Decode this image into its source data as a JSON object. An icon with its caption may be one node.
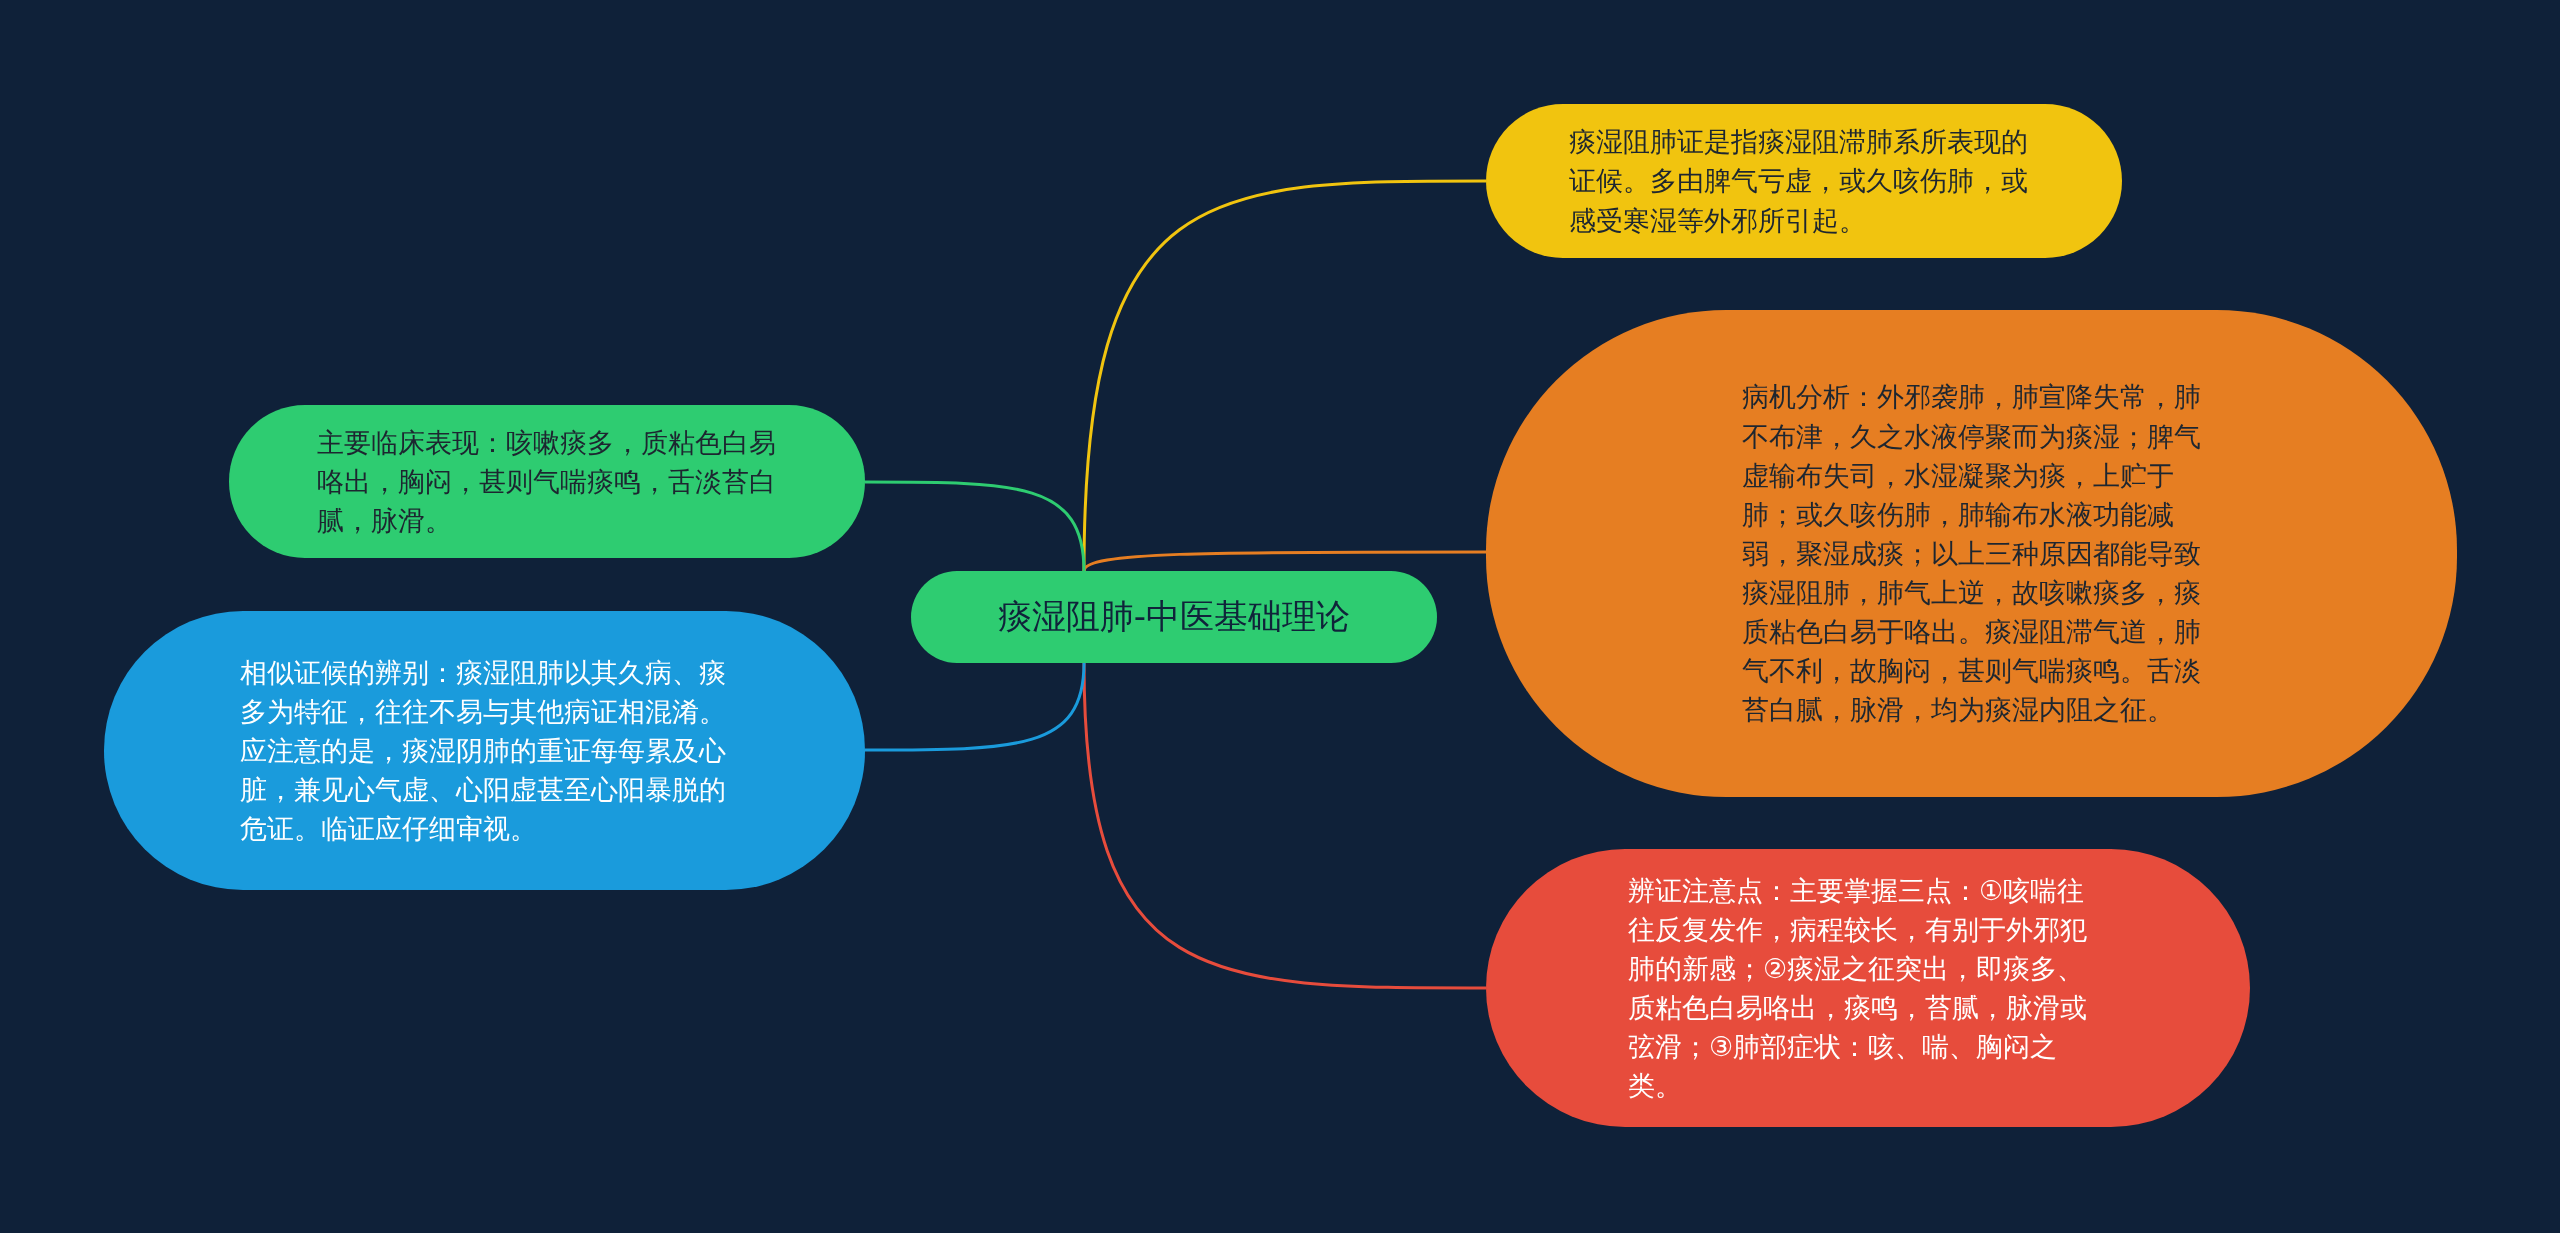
{
  "diagram": {
    "nodes": [
      {
        "text": [
          "痰湿阻肺-中医基础理论"
        ]
      },
      {
        "text": [
          "痰湿阻肺证是指痰湿阻滞肺系所表现的证候。多由脾气亏虚，或久咳伤肺，或感受寒湿等外邪所引起。"
        ]
      },
      {
        "text": [
          "病机分析：外邪袭肺，肺宣降失常，肺不布津，久之水液停聚而为痰湿；脾气虚输布失司，水湿凝聚为痰，上贮于肺；或久咳伤肺，肺输布水液功能减弱，聚湿成痰；以上三种原因都能导致痰湿阻肺，肺气上逆，故咳嗽痰多，痰质粘色白易于咯出。痰湿阻滞气道，肺气不利，故胸闷，甚则气喘痰鸣。舌淡苔白腻，脉滑，均为痰湿内阻之征。"
        ]
      },
      {
        "text": [
          "辨证注意点：主要掌握三点：①咳喘往往反复发作，病程较长，有别于外邪犯肺的新感；②痰湿之征突出，即痰多、质粘色白易咯出，痰鸣，苔腻，脉滑或弦滑；③肺部症状：咳、喘、胸闷之类。"
        ]
      },
      {
        "text": [
          "主要临床表现：咳嗽痰多，质粘色白易咯出，胸闷，甚则气喘痰鸣，舌淡苔白腻，脉滑。"
        ]
      },
      {
        "text": [
          "相似证候的辨别：痰湿阻肺以其久病、痰多为特征，往往不易与其他病证相混淆。应注意的是，痰湿阴肺的重证每每累及心脏，兼见心气虚、心阳虚甚至心阳暴脱的危证。临证应仔细审视。"
        ]
      }
    ],
    "edges": [
      {
        "from": 0,
        "to": 1,
        "arrow": "none",
        "color": "#f1c40f"
      },
      {
        "from": 0,
        "to": 2,
        "arrow": "none",
        "color": "#e67e22"
      },
      {
        "from": 0,
        "to": 3,
        "arrow": "none",
        "color": "#e74c3c"
      },
      {
        "from": 0,
        "to": 4,
        "arrow": "none",
        "color": "#2ecc71"
      },
      {
        "from": 0,
        "to": 5,
        "arrow": "none",
        "color": "#1a9bdc"
      }
    ]
  }
}
